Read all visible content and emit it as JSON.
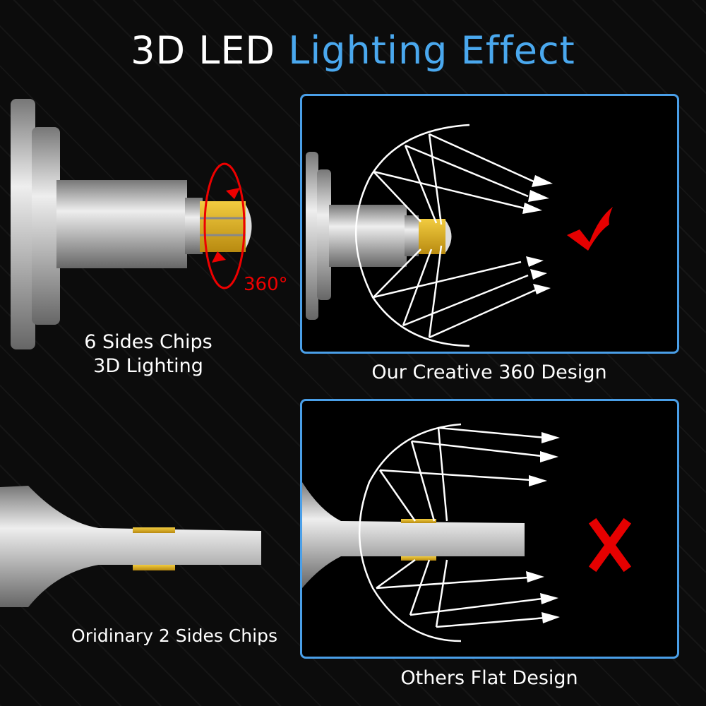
{
  "title": {
    "part1": "3D LED",
    "part2": "Lighting Effect"
  },
  "top_left": {
    "line1": "6 Sides Chips",
    "line2": "3D Lighting",
    "rotation_label": "360°"
  },
  "panel_good": {
    "caption": "Our Creative 360 Design",
    "mark": "check-mark"
  },
  "bottom_left": {
    "label": "Oridinary 2 Sides Chips"
  },
  "panel_bad": {
    "caption": "Others  Flat  Design",
    "mark": "x-mark"
  },
  "colors": {
    "accent_blue": "#4aa8ee",
    "mark_red": "#e60000",
    "chip_gold": "#e0b528"
  }
}
